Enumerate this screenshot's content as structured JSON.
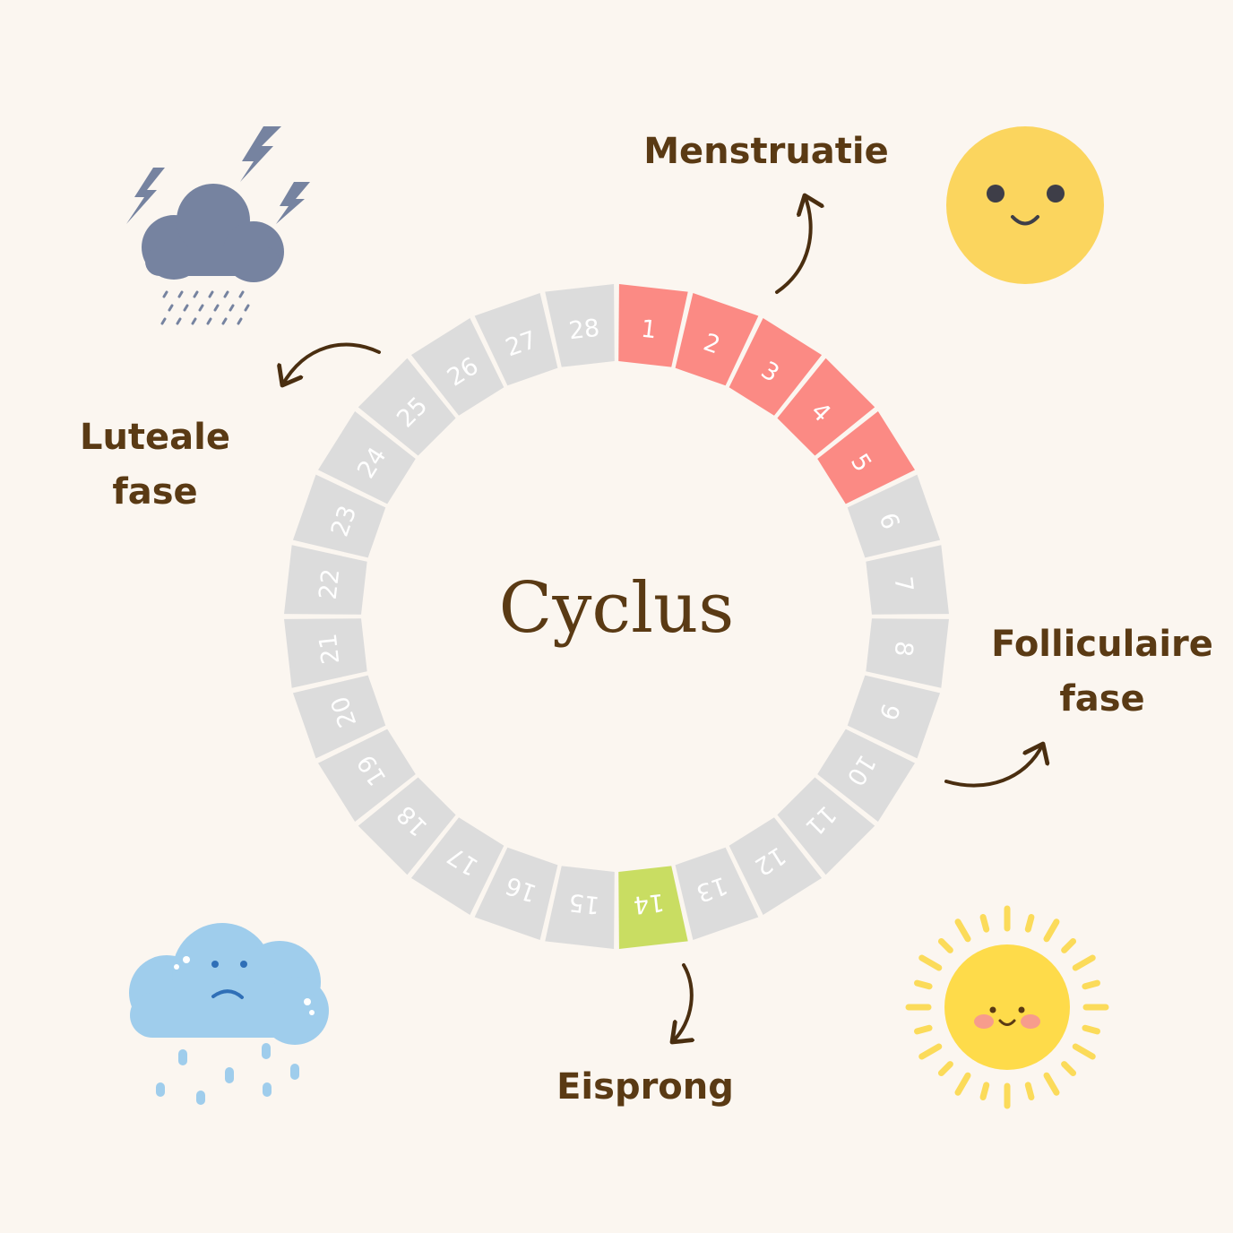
{
  "center_title": "Cyclus",
  "phases": {
    "menstruation": "Menstruatie",
    "follicular_line1": "Folliculaire",
    "follicular_line2": "fase",
    "ovulation": "Eisprong",
    "luteal_line1": "Luteale",
    "luteal_line2": "fase"
  },
  "days": {
    "count": 28,
    "menstruation_days": [
      1,
      2,
      3,
      4,
      5
    ],
    "ovulation_days": [
      14
    ]
  },
  "colors": {
    "background": "#fbf6f0",
    "segment_default": "#dcdcdc",
    "segment_menstruation": "#fb8a84",
    "segment_ovulation": "#c9dd62",
    "text_brown": "#5a3a14",
    "storm_cloud": "#7683a0",
    "sad_cloud": "#9fcdec",
    "smiley_sun": "#fbd55e",
    "shining_sun": "#fedb4a"
  },
  "icons": {
    "top_left": "storm-cloud-icon",
    "top_right": "smiley-sun-icon",
    "bottom_left": "sad-rain-cloud-icon",
    "bottom_right": "shining-sun-icon"
  }
}
